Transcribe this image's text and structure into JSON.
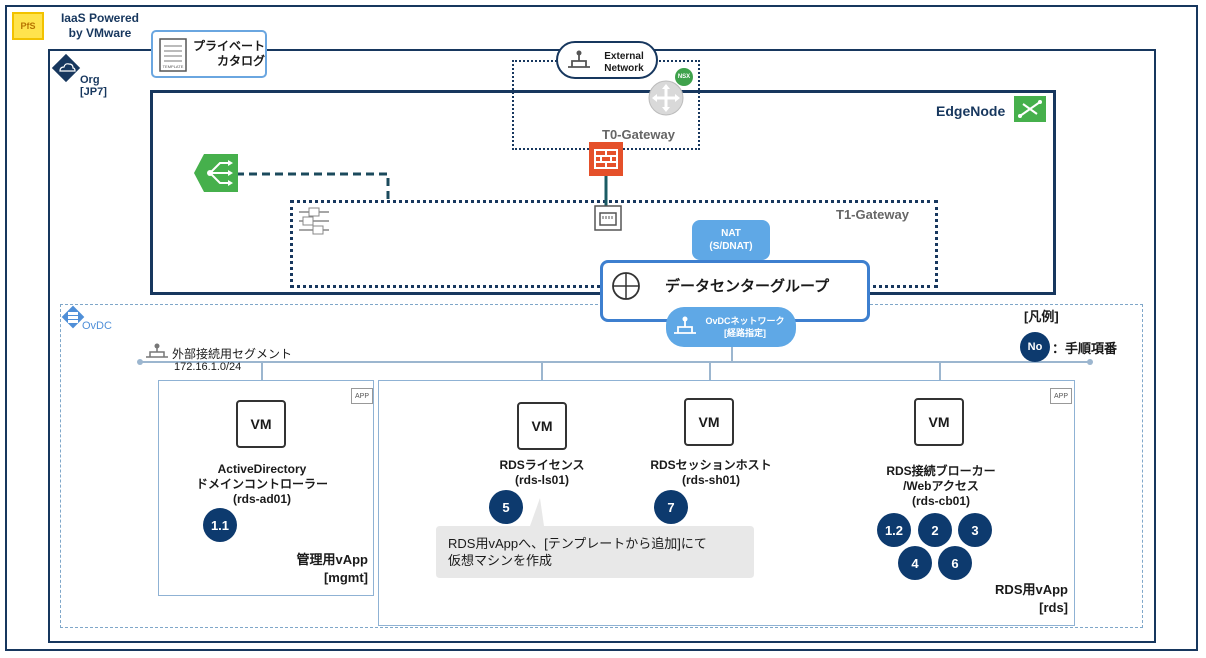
{
  "header": {
    "logo_text": "PfS",
    "title_line1": "IaaS Powered",
    "title_line2": "by VMware"
  },
  "catalog": {
    "label_line1": "プライベート",
    "label_line2": "カタログ",
    "icon_caption": "TEMPLATE"
  },
  "org": {
    "label_line1": "Org",
    "label_line2": "[JP7]"
  },
  "edge_node": {
    "label": "EdgeNode"
  },
  "external_network": {
    "label_line1": "External",
    "label_line2": "Network"
  },
  "t0_gateway": {
    "label": "T0-Gateway",
    "nsx_badge": "NSX"
  },
  "t1_gateway": {
    "label": "T1-Gateway"
  },
  "nat": {
    "label_line1": "NAT",
    "label_line2": "(S/DNAT)"
  },
  "datacenter_group": {
    "label": "データセンターグループ"
  },
  "ovdc_network": {
    "label_line1": "OvDCネットワーク",
    "label_line2": "[経路指定]"
  },
  "ovdc": {
    "label": "OvDC"
  },
  "external_segment": {
    "label": "外部接続用セグメント",
    "cidr": "172.16.1.0/24"
  },
  "legend": {
    "title": "[凡例]",
    "badge": "No",
    "text": "：手順項番"
  },
  "app_tag": "APP",
  "vapp_mgmt": {
    "title_line1": "管理用vApp",
    "title_line2": "[mgmt]",
    "vm": {
      "label": "VM",
      "name_line1": "ActiveDirectory",
      "name_line2": "ドメインコントローラー",
      "name_line3": "(rds-ad01)"
    },
    "steps": [
      "1.1"
    ]
  },
  "vapp_rds": {
    "title_line1": "RDS用vApp",
    "title_line2": "[rds]",
    "vms": [
      {
        "label": "VM",
        "name_line1": "RDSライセンス",
        "name_line2": "(rds-ls01)"
      },
      {
        "label": "VM",
        "name_line1": "RDSセッションホスト",
        "name_line2": "(rds-sh01)"
      },
      {
        "label": "VM",
        "name_line1": "RDS接続ブローカー",
        "name_line2": "/Webアクセス",
        "name_line3": "(rds-cb01)"
      }
    ],
    "steps": [
      "5",
      "7",
      "1.2",
      "2",
      "3",
      "4",
      "6"
    ]
  },
  "callout": {
    "line1": "RDS用vAppへ、[テンプレートから追加]にて",
    "line2": "仮想マシンを作成"
  },
  "colors": {
    "navy": "#17375e",
    "badge": "#0d3a6e",
    "nsx_green": "#3fa24c",
    "firewall": "#e5502a",
    "nat_blue": "#5fa8e6",
    "ovdc_blue": "#4f8fd8"
  }
}
